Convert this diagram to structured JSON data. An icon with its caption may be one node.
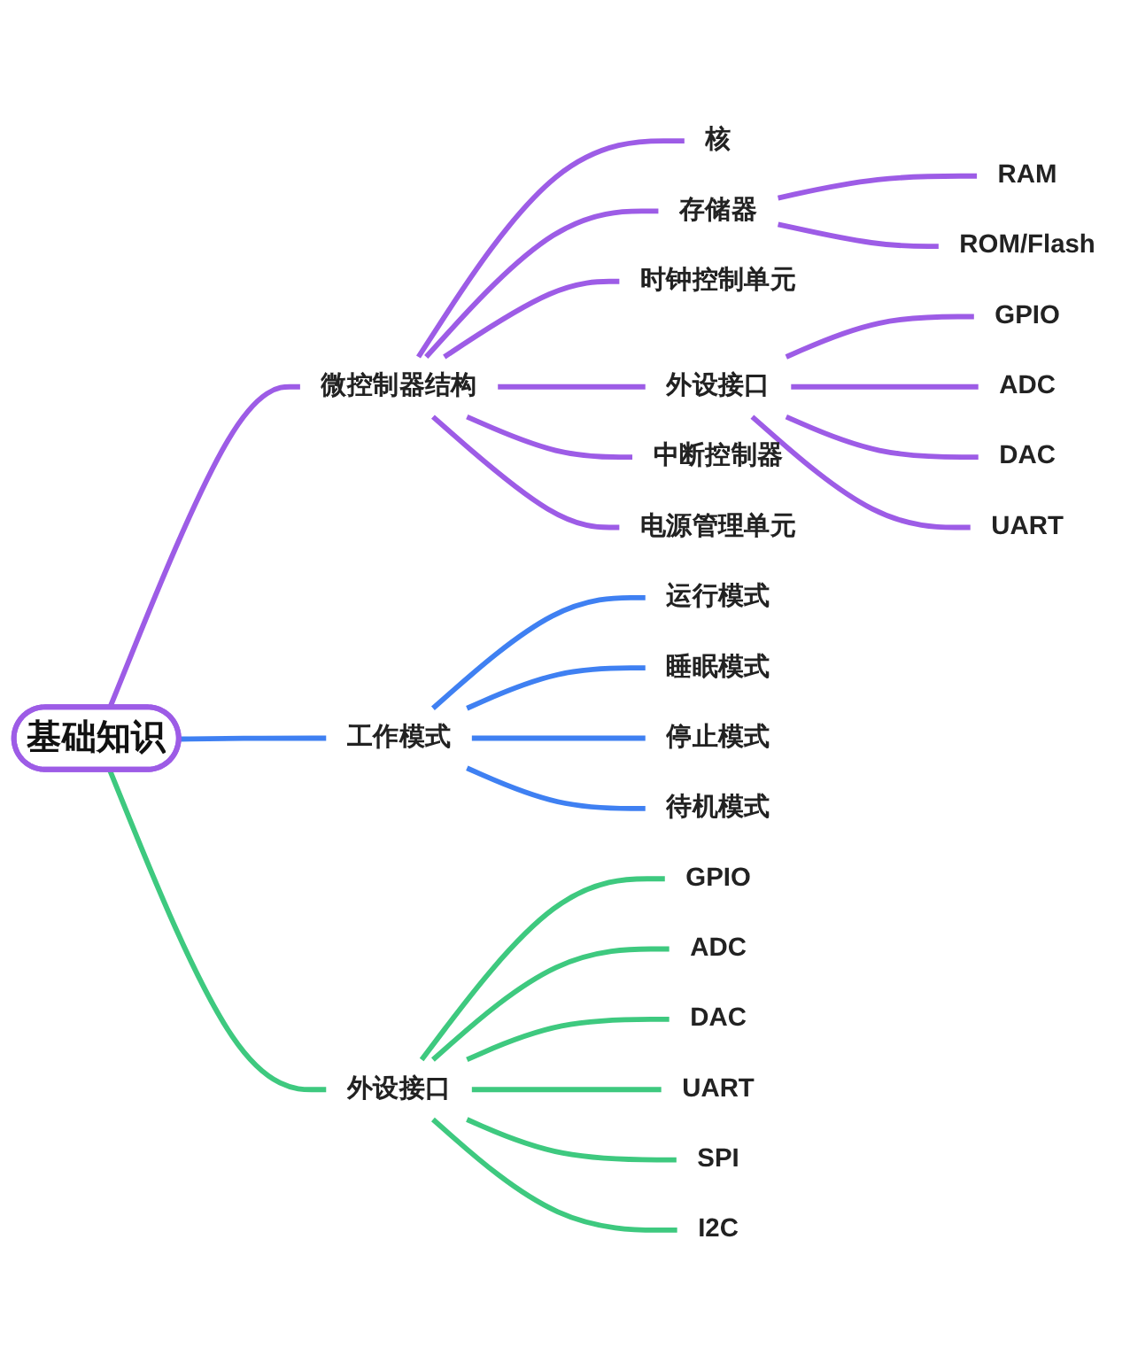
{
  "diagram": {
    "nodes": [
      {
        "text": [
          "基础知识"
        ]
      },
      {
        "text": [
          "微控制器结构"
        ]
      },
      {
        "text": [
          "核"
        ]
      },
      {
        "text": [
          "存储器"
        ]
      },
      {
        "text": [
          "RAM"
        ]
      },
      {
        "text": [
          "ROM/Flash"
        ]
      },
      {
        "text": [
          "时钟控制单元"
        ]
      },
      {
        "text": [
          "外设接口"
        ]
      },
      {
        "text": [
          "GPIO"
        ]
      },
      {
        "text": [
          "ADC"
        ]
      },
      {
        "text": [
          "DAC"
        ]
      },
      {
        "text": [
          "UART"
        ]
      },
      {
        "text": [
          "中断控制器"
        ]
      },
      {
        "text": [
          "电源管理单元"
        ]
      },
      {
        "text": [
          "工作模式"
        ]
      },
      {
        "text": [
          "运行模式"
        ]
      },
      {
        "text": [
          "睡眠模式"
        ]
      },
      {
        "text": [
          "停止模式"
        ]
      },
      {
        "text": [
          "待机模式"
        ]
      },
      {
        "text": [
          "外设接口"
        ]
      },
      {
        "text": [
          "GPIO"
        ]
      },
      {
        "text": [
          "ADC"
        ]
      },
      {
        "text": [
          "DAC"
        ]
      },
      {
        "text": [
          "UART"
        ]
      },
      {
        "text": [
          "SPI"
        ]
      },
      {
        "text": [
          "I2C"
        ]
      }
    ],
    "edges": [
      {
        "from": 0,
        "to": 1,
        "arrow": "none"
      },
      {
        "from": 1,
        "to": 2,
        "arrow": "none"
      },
      {
        "from": 1,
        "to": 3,
        "arrow": "none"
      },
      {
        "from": 3,
        "to": 4,
        "arrow": "none"
      },
      {
        "from": 3,
        "to": 5,
        "arrow": "none"
      },
      {
        "from": 1,
        "to": 6,
        "arrow": "none"
      },
      {
        "from": 1,
        "to": 7,
        "arrow": "none"
      },
      {
        "from": 7,
        "to": 8,
        "arrow": "none"
      },
      {
        "from": 7,
        "to": 9,
        "arrow": "none"
      },
      {
        "from": 7,
        "to": 10,
        "arrow": "none"
      },
      {
        "from": 7,
        "to": 11,
        "arrow": "none"
      },
      {
        "from": 1,
        "to": 12,
        "arrow": "none"
      },
      {
        "from": 1,
        "to": 13,
        "arrow": "none"
      },
      {
        "from": 0,
        "to": 14,
        "arrow": "none",
        "color": "#3f80f2"
      },
      {
        "from": 14,
        "to": 15,
        "arrow": "none",
        "color": "#3f80f2"
      },
      {
        "from": 14,
        "to": 16,
        "arrow": "none",
        "color": "#3f80f2"
      },
      {
        "from": 14,
        "to": 17,
        "arrow": "none",
        "color": "#3f80f2"
      },
      {
        "from": 14,
        "to": 18,
        "arrow": "none",
        "color": "#3f80f2"
      },
      {
        "from": 0,
        "to": 19,
        "arrow": "none",
        "color": "#3ec97f"
      },
      {
        "from": 19,
        "to": 20,
        "arrow": "none",
        "color": "#3ec97f"
      },
      {
        "from": 19,
        "to": 21,
        "arrow": "none",
        "color": "#3ec97f"
      },
      {
        "from": 19,
        "to": 22,
        "arrow": "none",
        "color": "#3ec97f"
      },
      {
        "from": 19,
        "to": 23,
        "arrow": "none",
        "color": "#3ec97f"
      },
      {
        "from": 19,
        "to": 24,
        "arrow": "none",
        "color": "#3ec97f"
      },
      {
        "from": 19,
        "to": 25,
        "arrow": "none",
        "color": "#3ec97f"
      }
    ]
  }
}
